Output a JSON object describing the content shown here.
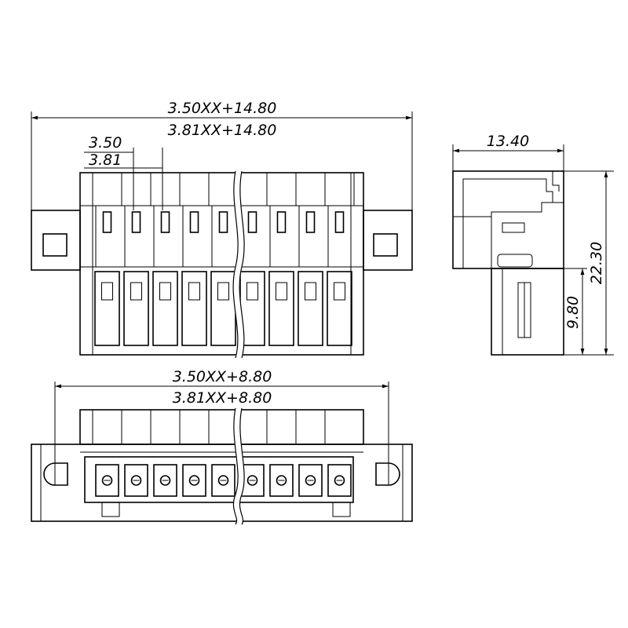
{
  "dimensions": {
    "front_total_350": "3.50XX+14.80",
    "front_total_381": "3.81XX+14.80",
    "pitch_350": "3.50",
    "pitch_381": "3.81",
    "side_width": "13.40",
    "side_height": "22.30",
    "side_lower": "9.80",
    "bottom_total_350": "3.50XX+8.80",
    "bottom_total_381": "3.81XX+8.80"
  },
  "colors": {
    "line": "#000000",
    "background": "#ffffff"
  }
}
